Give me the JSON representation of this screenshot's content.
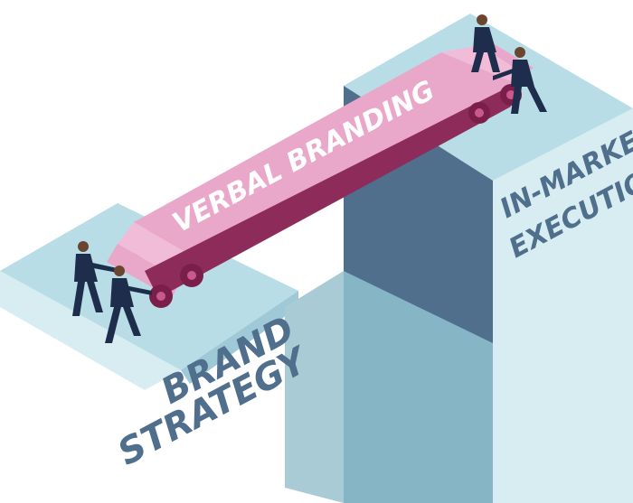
{
  "bridge": {
    "label": "VERBAL BRANDING"
  },
  "left_ground": {
    "line1": "BRAND",
    "line2": "STRATEGY"
  },
  "right_ground": {
    "line1": "IN-MARKET",
    "line2": "EXECUTION"
  },
  "colors": {
    "ground_light": "#a8d3df",
    "ground_mid": "#7fb3c6",
    "pillar_dark": "#4f6f8d",
    "pillar_shadow": "#a9cbd6",
    "bridge_top": "#e9a7c9",
    "bridge_side": "#c9588f",
    "bridge_dark": "#8d2c5a",
    "wheel": "#7a1f4a",
    "suit": "#1f2d4d",
    "label_color": "#4f6f8d",
    "bridge_text": "#ffffff"
  }
}
